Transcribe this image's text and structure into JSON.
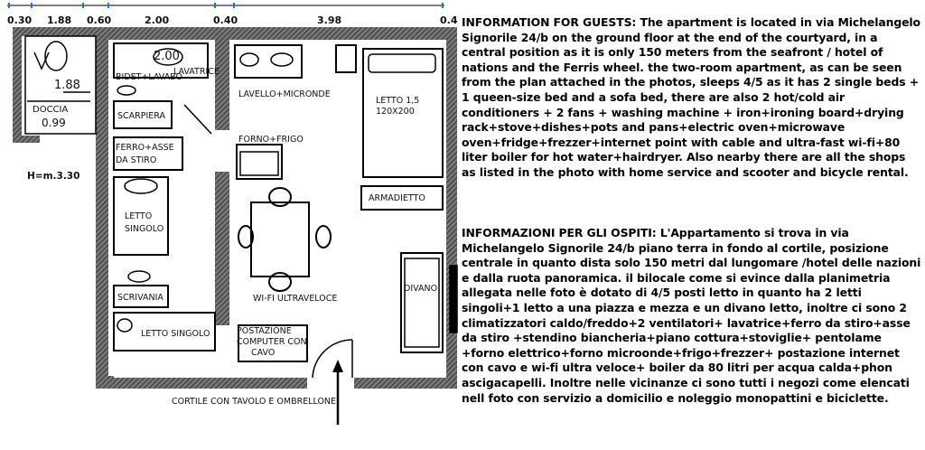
{
  "dimensions": {
    "d1": "0.30",
    "d2": "1.88",
    "d3": "0.60",
    "d4": "2.00",
    "d5": "0.40",
    "d6": "3.98",
    "d7": "0.4"
  },
  "height_label": "H=m.3.30",
  "bathroom": {
    "width_label": "1.88",
    "shower_label": "DOCCIA",
    "shower_size": "0.99"
  },
  "rooms": {
    "washer_size": "2.00",
    "washer": "LAVATRICE",
    "bidet_sink": "BIDET+LAVABO",
    "shoe_rack": "SCARPIERA",
    "iron_line1": "FERRO+ASSE",
    "iron_line2": "DA STIRO",
    "single_bed": "LETTO",
    "single_bed_2": "SINGOLO",
    "desk": "SCRIVANIA",
    "single_bed_bottom": "LETTO SINGOLO",
    "sink_microwave": "LAVELLO+MICRONDE",
    "oven_fridge": "FORNO+FRIGO",
    "wifi": "WI-FI ULTRAVELOCE",
    "pc_line1": "POSTAZIONE",
    "pc_line2": "COMPUTER CON",
    "pc_line3": "CAVO",
    "double_bed_line1": "LETTO 1,5",
    "double_bed_line2": "120X200",
    "wardrobe": "ARMADIETTO",
    "sofa": "DIVANO",
    "courtyard": "CORTILE CON TAVOLO E OMBRELLONE"
  },
  "info_en": "INFORMATION FOR GUESTS: The apartment is located in via Michelangelo Signorile 24/b on the ground floor at the end of the courtyard, in a central position as it is only 150 meters from the seafront / hotel of nations and the Ferris wheel. the two-room apartment, as can be seen from the plan attached in the photos, sleeps 4/5 as it has 2 single beds + 1 queen-size bed and a sofa bed, there are also 2 hot/cold air conditioners + 2 fans + washing machine + iron+ironing board+drying rack+stove+dishes+pots and pans+electric oven+microwave oven+fridge+frezzer+internet point with cable and ultra-fast wi-fi+80 liter boiler for hot water+hairdryer. Also nearby there are all the shops as listed in the photo with home service and scooter and bicycle rental.",
  "info_it": "INFORMAZIONI PER GLI OSPITI: L'Appartamento si trova in via Michelangelo Signorile 24/b piano terra in fondo al cortile, posizione centrale in quanto dista solo 150 metri dal lungomare /hotel delle nazioni e dalla ruota panoramica. il bilocale come si evince dalla planimetria allegata nelle foto è dotato di 4/5 posti letto in quanto ha 2 letti singoli+1 letto a una piazza e mezza e un divano letto, inoltre ci sono  2 climatizzatori caldo/freddo+2 ventilatori+ lavatrice+ferro da stiro+asse da stiro +stendino biancheria+piano cottura+stoviglie+ pentolame +forno elettrico+forno microonde+frigo+frezzer+ postazione internet con cavo e wi-fi ultra veloce+ boiler da 80 litri per acqua calda+phon ascigacapelli. Inoltre nelle vicinanze ci sono tutti i negozi come elencati nell foto con servizio a domicilio e noleggio monopattini e biciclette."
}
